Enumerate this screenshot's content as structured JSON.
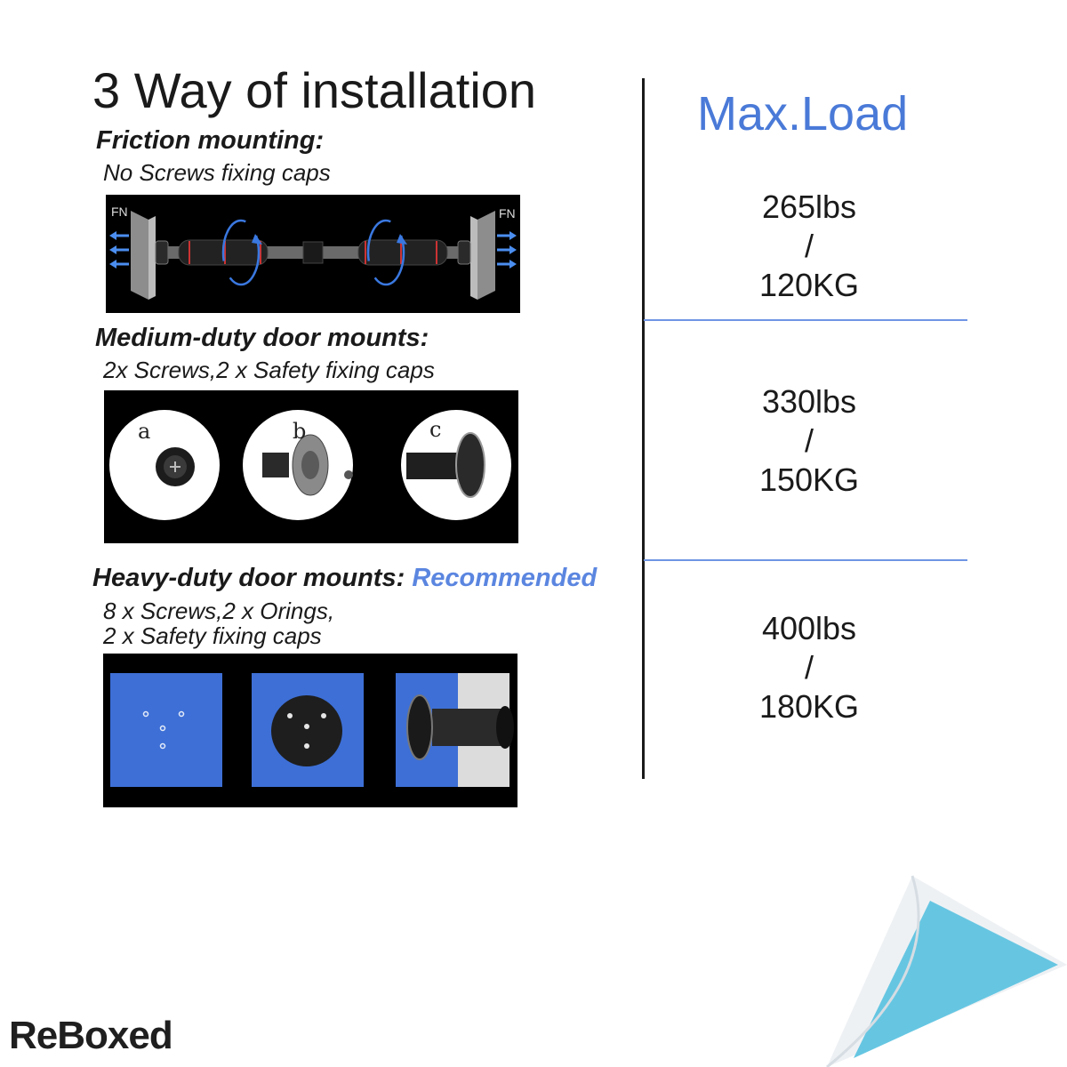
{
  "title": "3 Way of installation",
  "max_load_header": "Max.Load",
  "sections": [
    {
      "heading": "Friction mounting:",
      "lines": [
        "No Screws fixing caps"
      ],
      "load": {
        "lbs": "265lbs",
        "sep": "/",
        "kg": "120KG"
      },
      "image_labels": {
        "left_force": "FN",
        "right_force": "FN"
      }
    },
    {
      "heading": "Medium-duty door mounts:",
      "lines": [
        "2x Screws,2 x Safety fixing caps"
      ],
      "load": {
        "lbs": "330lbs",
        "sep": "/",
        "kg": "150KG"
      },
      "image_labels": {
        "a": "a",
        "b": "b",
        "c": "c"
      }
    },
    {
      "heading": "Heavy-duty door mounts:",
      "badge": "Recommended",
      "lines": [
        "8 x Screws,2 x Orings,",
        "2 x Safety fixing caps"
      ],
      "load": {
        "lbs": "400lbs",
        "sep": "/",
        "kg": "180KG"
      }
    }
  ],
  "brand": "ReBoxed",
  "colors": {
    "accent": "#4a7ad8",
    "divider": "#6f95e4",
    "mount_blue": "#3d6fd6",
    "corner_blue": "#66c6e2"
  }
}
